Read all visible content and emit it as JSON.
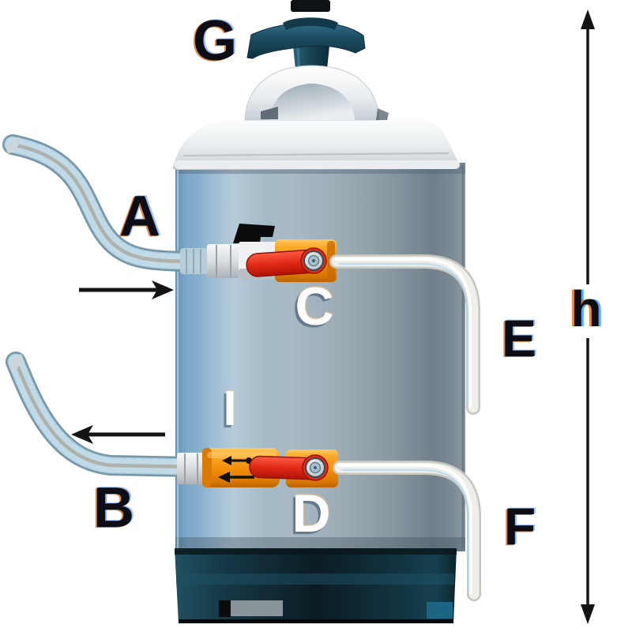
{
  "diagram": {
    "labels": {
      "inlet_hose": "A",
      "outlet_hose": "B",
      "inlet_valve": "C",
      "outlet_valve": "D",
      "upper_drain_tube": "E",
      "lower_drain_tube": "F",
      "top_knob": "G",
      "height_dimension": "h",
      "valve_indicator": "I"
    },
    "icons": {
      "inlet_flow_arrow": "right-arrow",
      "outlet_flow_arrow": "left-arrow",
      "height_dimension_arrow": "vertical-double-arrow"
    },
    "colors": {
      "tank_blue": "#8fb2cd",
      "tank_gray": "#8a98a2",
      "lid_silver": "#e4e8eb",
      "knob_teal": "#1d4f63",
      "valve_orange": "#f59a17",
      "lever_red": "#df2b16",
      "hose_blue": "#a3c6da",
      "tube_white": "#ecece8",
      "base_dark": "#0f2730",
      "arrow_black": "#141414",
      "label_black": "#0d0d15",
      "label_white": "#fdfdfd"
    }
  }
}
